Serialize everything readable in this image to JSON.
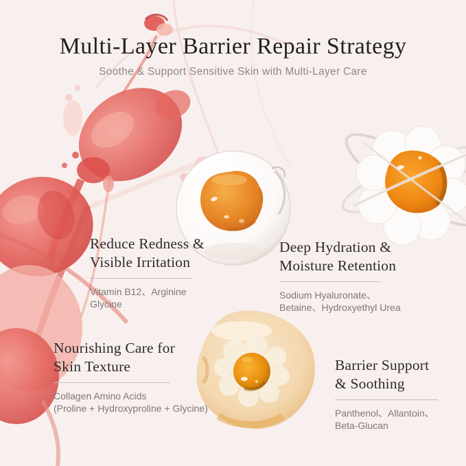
{
  "header": {
    "title": "Multi-Layer Barrier Repair Strategy",
    "subtitle": "Soothe & Support Sensitive Skin with Multi-Layer Care"
  },
  "benefits": [
    {
      "heading_lines": [
        "Reduce Redness &",
        "Visible Irritation"
      ],
      "ingredient_lines": [
        "Vitamin B12、Arginine",
        "Glycine"
      ]
    },
    {
      "heading_lines": [
        "Deep Hydration &",
        "Moisture Retention"
      ],
      "ingredient_lines": [
        "Sodium Hyaluronate、",
        "Betaine、Hydroxyethyl Urea"
      ]
    },
    {
      "heading_lines": [
        "Nourishing Care for",
        "Skin Texture"
      ],
      "ingredient_lines": [
        "Collagen Amino Acids",
        "(Proline + Hydroxyproline + Glycine)"
      ]
    },
    {
      "heading_lines": [
        "Barrier Support",
        "& Soothing"
      ],
      "ingredient_lines": [
        "Panthenol、Allantoin、",
        "Beta-Glucan"
      ]
    }
  ],
  "illustrations": {
    "red_serum_splash": "red liquid serum splash",
    "clear_droplet": "clear gel droplet with orange serum core",
    "foam_atom": "white foam bubble sphere with glass rings and orange core",
    "golden_gel_drop": "golden gel drop with cream ring and orange core"
  },
  "colors": {
    "background": "#f8f0ee",
    "title_text": "#242220",
    "subtitle_text": "#8d8885",
    "heading_text": "#2d2b29",
    "ingredient_text": "#7d7875",
    "divider": "#c8bdb8",
    "serum_red": "#e05a54",
    "serum_red_deep": "#cf413f",
    "core_orange": "#e88a28",
    "foam_core_orange": "#ee8612",
    "gel_champagne": "#f3d6ab",
    "gel_core_orange": "#ea9110"
  }
}
